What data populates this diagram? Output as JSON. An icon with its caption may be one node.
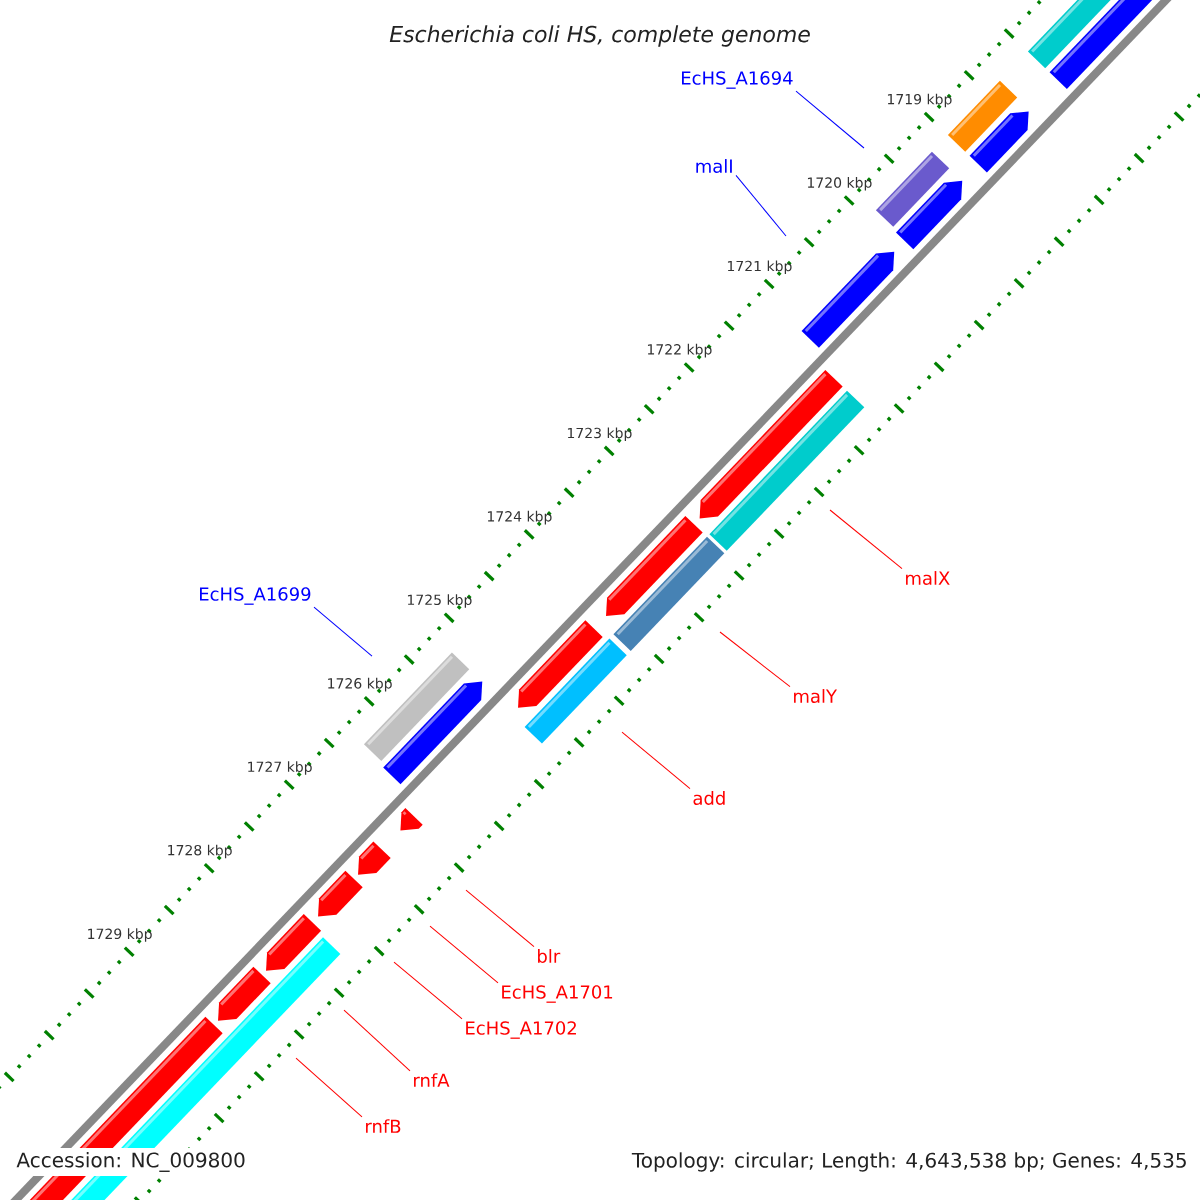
{
  "diagram": {
    "title": "Escherichia coli HS, complete genome",
    "nodes": [
      {
        "text": [
          "EcHS_A1694"
        ]
      },
      {
        "text": [
          "malI"
        ]
      },
      {
        "text": [
          "EcHS_A1699"
        ]
      },
      {
        "text": [
          "malX"
        ]
      },
      {
        "text": [
          "malY"
        ]
      },
      {
        "text": [
          "add"
        ]
      },
      {
        "text": [
          "blr"
        ]
      },
      {
        "text": [
          "EcHS_A1701"
        ]
      },
      {
        "text": [
          "EcHS_A1702"
        ]
      },
      {
        "text": [
          "rnfA"
        ]
      },
      {
        "text": [
          "rnfB"
        ]
      }
    ],
    "edges": [
      {
        "from": 0,
        "to": null,
        "arrow": "none",
        "color": "#0000ff"
      },
      {
        "from": 1,
        "to": null,
        "arrow": "none",
        "color": "#0000ff"
      },
      {
        "from": 2,
        "to": null,
        "arrow": "none",
        "color": "#0000ff"
      },
      {
        "from": 3,
        "to": null,
        "arrow": "none"
      },
      {
        "from": 4,
        "to": null,
        "arrow": "none"
      },
      {
        "from": 5,
        "to": null,
        "arrow": "none"
      },
      {
        "from": 6,
        "to": null,
        "arrow": "none"
      },
      {
        "from": 7,
        "to": null,
        "arrow": "none"
      },
      {
        "from": 8,
        "to": null,
        "arrow": "none"
      },
      {
        "from": 9,
        "to": null,
        "arrow": "none"
      },
      {
        "from": 10,
        "to": null,
        "arrow": "none"
      }
    ],
    "labels": [
      "1719 kbp",
      "1720 kbp",
      "1721 kbp",
      "1722 kbp",
      "1723 kbp",
      "1724 kbp",
      "1725 kbp",
      "1726 kbp",
      "1727 kbp",
      "1728 kbp",
      "1729 kbp",
      "Accession: NC_009800",
      "Topology: circular; Length: 4,643,538 bp; Genes: 4,535"
    ]
  }
}
